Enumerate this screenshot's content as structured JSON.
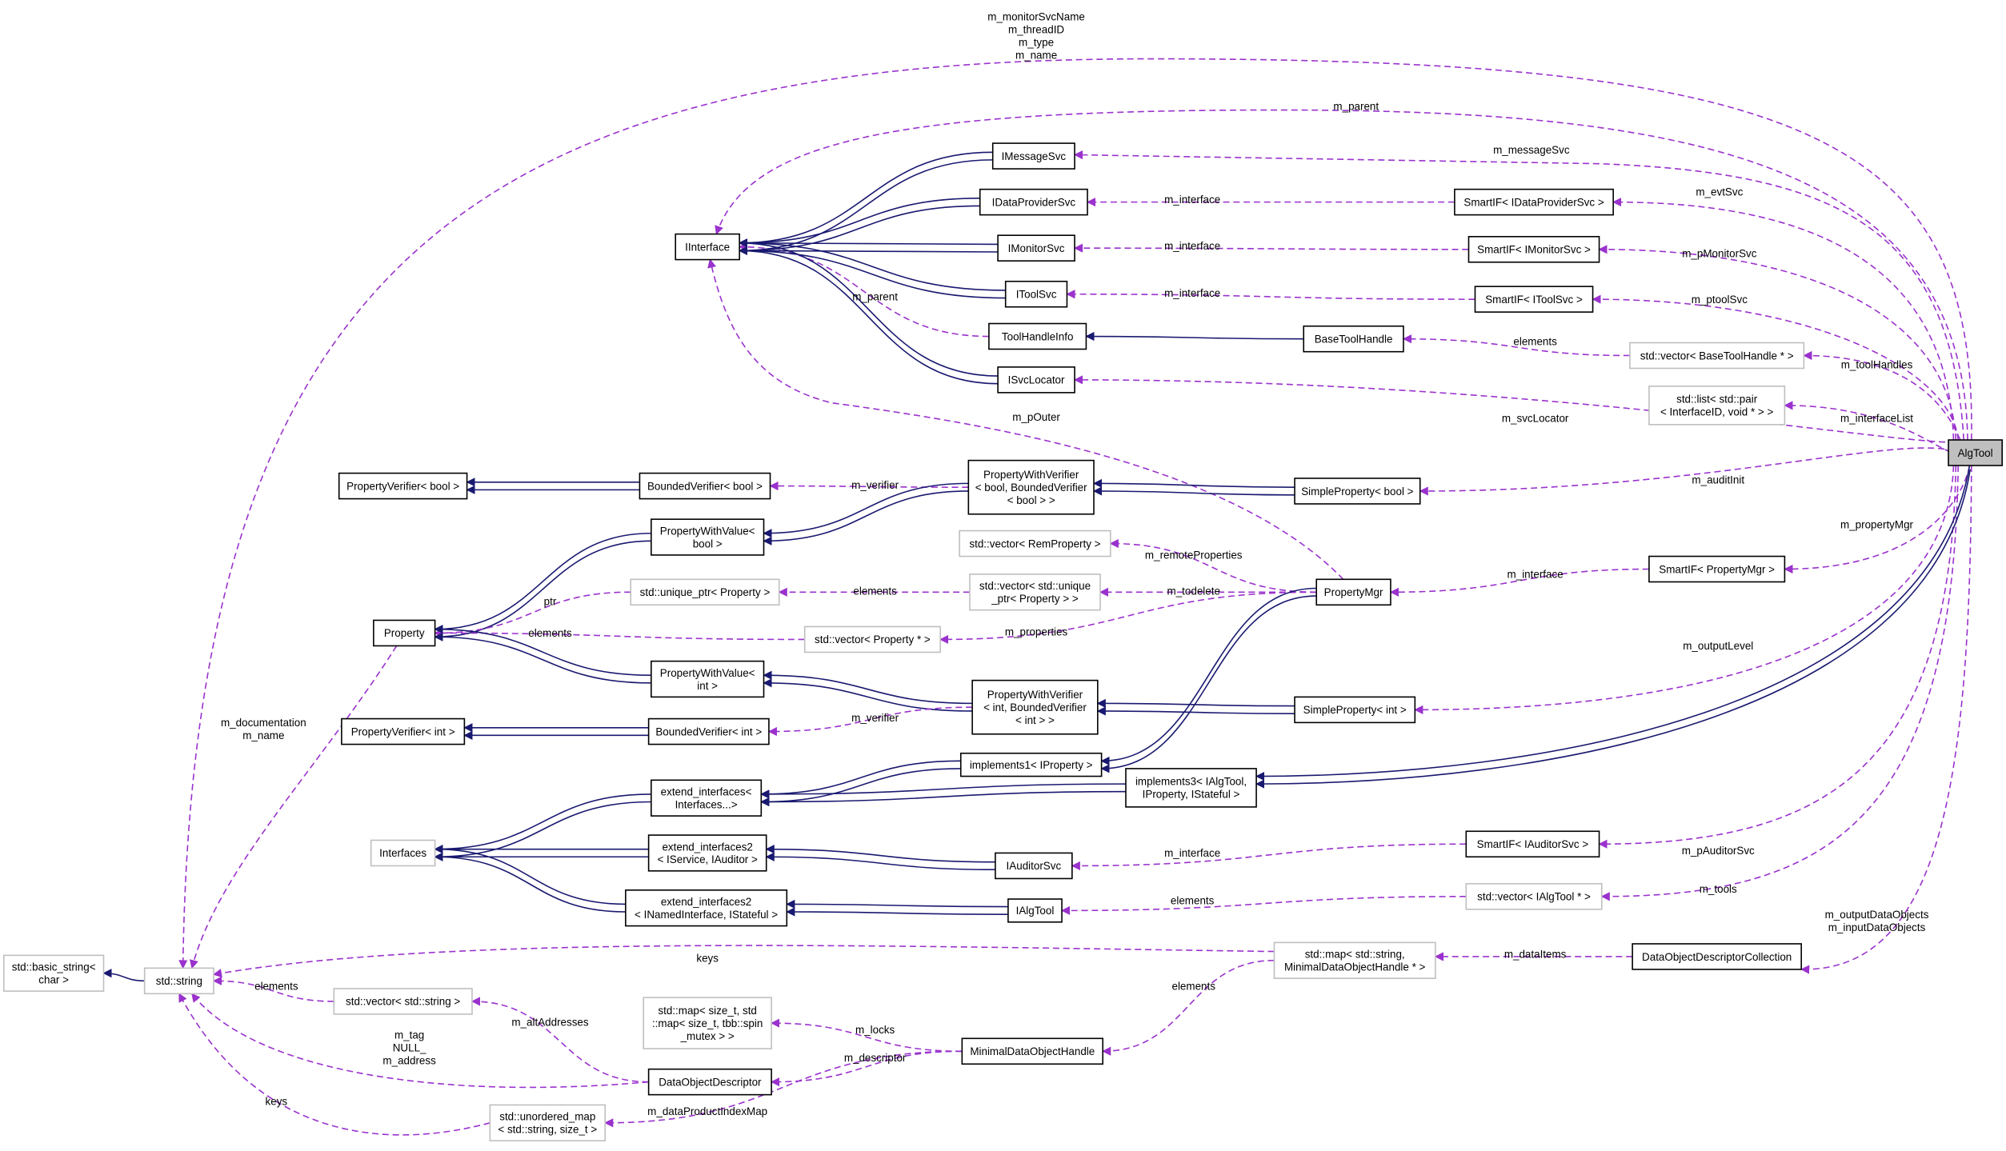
{
  "colors": {
    "inherit": "#191970",
    "usage": "#9a32cd",
    "node_border": "#000000",
    "external_border": "#bfbfbf",
    "focus_fill": "#bfbfbf"
  },
  "nodes": [
    {
      "id": "algtool",
      "label": [
        "AlgTool"
      ],
      "kind": "focus"
    },
    {
      "id": "iinterface",
      "label": [
        "IInterface"
      ],
      "kind": "class"
    },
    {
      "id": "imessagesvc",
      "label": [
        "IMessageSvc"
      ],
      "kind": "class"
    },
    {
      "id": "idataprovidersvc",
      "label": [
        "IDataProviderSvc"
      ],
      "kind": "class"
    },
    {
      "id": "imonitorsvc",
      "label": [
        "IMonitorSvc"
      ],
      "kind": "class"
    },
    {
      "id": "itoolsvc",
      "label": [
        "IToolSvc"
      ],
      "kind": "class"
    },
    {
      "id": "toolhandleinfo",
      "label": [
        "ToolHandleInfo"
      ],
      "kind": "class"
    },
    {
      "id": "isvclocator",
      "label": [
        "ISvcLocator"
      ],
      "kind": "class"
    },
    {
      "id": "basetoolhandle",
      "label": [
        "BaseToolHandle"
      ],
      "kind": "class"
    },
    {
      "id": "smartif_dps",
      "label": [
        "SmartIF< IDataProviderSvc >"
      ],
      "kind": "class"
    },
    {
      "id": "smartif_mon",
      "label": [
        "SmartIF< IMonitorSvc >"
      ],
      "kind": "class"
    },
    {
      "id": "smartif_tool",
      "label": [
        "SmartIF< IToolSvc >"
      ],
      "kind": "class"
    },
    {
      "id": "vec_bth",
      "label": [
        "std::vector< BaseToolHandle * >"
      ],
      "kind": "external"
    },
    {
      "id": "list_pair",
      "label": [
        "std::list< std::pair",
        "< InterfaceID, void * > >"
      ],
      "kind": "external"
    },
    {
      "id": "pverif_bool",
      "label": [
        "PropertyVerifier< bool >"
      ],
      "kind": "class"
    },
    {
      "id": "bverif_bool",
      "label": [
        "BoundedVerifier< bool >"
      ],
      "kind": "class"
    },
    {
      "id": "pwverif_bool",
      "label": [
        "PropertyWithVerifier",
        "< bool, BoundedVerifier",
        "< bool > >"
      ],
      "kind": "class"
    },
    {
      "id": "simple_bool",
      "label": [
        "SimpleProperty< bool >"
      ],
      "kind": "class"
    },
    {
      "id": "pwval_bool",
      "label": [
        "PropertyWithValue<",
        "bool >"
      ],
      "kind": "class"
    },
    {
      "id": "vec_remprop",
      "label": [
        "std::vector< RemProperty >"
      ],
      "kind": "external"
    },
    {
      "id": "uptr_prop",
      "label": [
        "std::unique_ptr< Property >"
      ],
      "kind": "external"
    },
    {
      "id": "vec_uptr",
      "label": [
        "std::vector< std::unique",
        "_ptr< Property > >"
      ],
      "kind": "external"
    },
    {
      "id": "propertymgr",
      "label": [
        "PropertyMgr"
      ],
      "kind": "class"
    },
    {
      "id": "smartif_pm",
      "label": [
        "SmartIF< PropertyMgr >"
      ],
      "kind": "class"
    },
    {
      "id": "property",
      "label": [
        "Property"
      ],
      "kind": "class"
    },
    {
      "id": "vec_prop",
      "label": [
        "std::vector< Property * >"
      ],
      "kind": "external"
    },
    {
      "id": "pwval_int",
      "label": [
        "PropertyWithValue<",
        "int >"
      ],
      "kind": "class"
    },
    {
      "id": "pwverif_int",
      "label": [
        "PropertyWithVerifier",
        "< int, BoundedVerifier",
        "< int > >"
      ],
      "kind": "class"
    },
    {
      "id": "simple_int",
      "label": [
        "SimpleProperty< int >"
      ],
      "kind": "class"
    },
    {
      "id": "pverif_int",
      "label": [
        "PropertyVerifier< int >"
      ],
      "kind": "class"
    },
    {
      "id": "bverif_int",
      "label": [
        "BoundedVerifier< int >"
      ],
      "kind": "class"
    },
    {
      "id": "impl1",
      "label": [
        "implements1< IProperty >"
      ],
      "kind": "class"
    },
    {
      "id": "impl3",
      "label": [
        "implements3< IAlgTool,",
        "IProperty, IStateful >"
      ],
      "kind": "class"
    },
    {
      "id": "extif",
      "label": [
        "extend_interfaces<",
        "Interfaces...>"
      ],
      "kind": "class"
    },
    {
      "id": "interfaces",
      "label": [
        "Interfaces"
      ],
      "kind": "external"
    },
    {
      "id": "extif2_svc",
      "label": [
        "extend_interfaces2",
        "< IService, IAuditor >"
      ],
      "kind": "class"
    },
    {
      "id": "iauditorsvc",
      "label": [
        "IAuditorSvc"
      ],
      "kind": "class"
    },
    {
      "id": "smartif_aud",
      "label": [
        "SmartIF< IAuditorSvc >"
      ],
      "kind": "class"
    },
    {
      "id": "extif2_named",
      "label": [
        "extend_interfaces2",
        "< INamedInterface, IStateful >"
      ],
      "kind": "class"
    },
    {
      "id": "ialgtool",
      "label": [
        "IAlgTool"
      ],
      "kind": "class"
    },
    {
      "id": "vec_ialgtool",
      "label": [
        "std::vector< IAlgTool * >"
      ],
      "kind": "external"
    },
    {
      "id": "dodc",
      "label": [
        "DataObjectDescriptorCollection"
      ],
      "kind": "class"
    },
    {
      "id": "map_mdoh",
      "label": [
        "std::map< std::string,",
        "MinimalDataObjectHandle * >"
      ],
      "kind": "external"
    },
    {
      "id": "basic_string",
      "label": [
        "std::basic_string<",
        "char >"
      ],
      "kind": "external"
    },
    {
      "id": "stdstring",
      "label": [
        "std::string"
      ],
      "kind": "external"
    },
    {
      "id": "vec_string",
      "label": [
        "std::vector< std::string >"
      ],
      "kind": "external"
    },
    {
      "id": "map_locks",
      "label": [
        "std::map< size_t, std",
        "::map< size_t, tbb::spin",
        "_mutex > >"
      ],
      "kind": "external"
    },
    {
      "id": "mdoh",
      "label": [
        "MinimalDataObjectHandle"
      ],
      "kind": "class"
    },
    {
      "id": "dod",
      "label": [
        "DataObjectDescriptor"
      ],
      "kind": "class"
    },
    {
      "id": "umap",
      "label": [
        "std::unordered_map",
        "< std::string, size_t >"
      ],
      "kind": "external"
    }
  ],
  "edges": [
    {
      "from": "algtool",
      "to": "stdstring",
      "type": "usage",
      "label": [
        "m_monitorSvcName",
        "m_threadID",
        "m_type",
        "m_name"
      ]
    },
    {
      "from": "algtool",
      "to": "iinterface",
      "type": "usage",
      "label": [
        "m_parent"
      ]
    },
    {
      "from": "algtool",
      "to": "imessagesvc",
      "type": "usage",
      "label": [
        "m_messageSvc"
      ]
    },
    {
      "from": "algtool",
      "to": "smartif_dps",
      "type": "usage",
      "label": [
        "m_evtSvc"
      ]
    },
    {
      "from": "algtool",
      "to": "smartif_mon",
      "type": "usage",
      "label": [
        "m_pMonitorSvc"
      ]
    },
    {
      "from": "algtool",
      "to": "smartif_tool",
      "type": "usage",
      "label": [
        "m_ptoolSvc"
      ]
    },
    {
      "from": "algtool",
      "to": "vec_bth",
      "type": "usage",
      "label": [
        "m_toolHandles"
      ]
    },
    {
      "from": "algtool",
      "to": "list_pair",
      "type": "usage",
      "label": [
        "m_interfaceList"
      ]
    },
    {
      "from": "algtool",
      "to": "isvclocator",
      "type": "usage",
      "label": [
        "m_svcLocator"
      ]
    },
    {
      "from": "algtool",
      "to": "simple_bool",
      "type": "usage",
      "label": [
        "m_auditInit"
      ]
    },
    {
      "from": "algtool",
      "to": "smartif_pm",
      "type": "usage",
      "label": [
        "m_propertyMgr"
      ]
    },
    {
      "from": "algtool",
      "to": "simple_int",
      "type": "usage",
      "label": [
        "m_outputLevel"
      ]
    },
    {
      "from": "algtool",
      "to": "smartif_aud",
      "type": "usage",
      "label": [
        "m_pAuditorSvc"
      ]
    },
    {
      "from": "algtool",
      "to": "vec_ialgtool",
      "type": "usage",
      "label": [
        "m_tools"
      ]
    },
    {
      "from": "algtool",
      "to": "dodc",
      "type": "usage",
      "label": [
        "m_outputDataObjects",
        "m_inputDataObjects"
      ]
    },
    {
      "from": "algtool",
      "to": "impl3",
      "type": "inherit",
      "label": []
    },
    {
      "from": "smartif_dps",
      "to": "idataprovidersvc",
      "type": "usage",
      "label": [
        "m_interface"
      ]
    },
    {
      "from": "smartif_mon",
      "to": "imonitorsvc",
      "type": "usage",
      "label": [
        "m_interface"
      ]
    },
    {
      "from": "smartif_tool",
      "to": "itoolsvc",
      "type": "usage",
      "label": [
        "m_interface"
      ]
    },
    {
      "from": "toolhandleinfo",
      "to": "iinterface",
      "type": "usage",
      "label": [
        "m_parent"
      ]
    },
    {
      "from": "vec_bth",
      "to": "basetoolhandle",
      "type": "usage",
      "label": [
        "elements"
      ]
    },
    {
      "from": "basetoolhandle",
      "to": "toolhandleinfo",
      "type": "inherit",
      "label": []
    },
    {
      "from": "imessagesvc",
      "to": "iinterface",
      "type": "inherit",
      "label": []
    },
    {
      "from": "idataprovidersvc",
      "to": "iinterface",
      "type": "inherit",
      "label": []
    },
    {
      "from": "imonitorsvc",
      "to": "iinterface",
      "type": "inherit",
      "label": []
    },
    {
      "from": "itoolsvc",
      "to": "iinterface",
      "type": "inherit",
      "label": []
    },
    {
      "from": "isvclocator",
      "to": "iinterface",
      "type": "inherit",
      "label": []
    },
    {
      "from": "propertymgr",
      "to": "iinterface",
      "type": "usage",
      "label": [
        "m_pOuter"
      ]
    },
    {
      "from": "pwverif_bool",
      "to": "bverif_bool",
      "type": "usage",
      "label": [
        "m_verifier"
      ]
    },
    {
      "from": "bverif_bool",
      "to": "pverif_bool",
      "type": "inherit",
      "label": []
    },
    {
      "from": "simple_bool",
      "to": "pwverif_bool",
      "type": "inherit",
      "label": []
    },
    {
      "from": "pwverif_bool",
      "to": "pwval_bool",
      "type": "inherit",
      "label": []
    },
    {
      "from": "pwval_bool",
      "to": "property",
      "type": "inherit",
      "label": []
    },
    {
      "from": "propertymgr",
      "to": "vec_remprop",
      "type": "usage",
      "label": [
        "m_remoteProperties"
      ]
    },
    {
      "from": "propertymgr",
      "to": "vec_uptr",
      "type": "usage",
      "label": [
        "m_todelete"
      ]
    },
    {
      "from": "vec_uptr",
      "to": "uptr_prop",
      "type": "usage",
      "label": [
        "elements"
      ]
    },
    {
      "from": "uptr_prop",
      "to": "property",
      "type": "usage",
      "label": [
        "ptr"
      ]
    },
    {
      "from": "vec_prop",
      "to": "property",
      "type": "usage",
      "label": [
        "elements"
      ]
    },
    {
      "from": "propertymgr",
      "to": "vec_prop",
      "type": "usage",
      "label": [
        "m_properties"
      ]
    },
    {
      "from": "smartif_pm",
      "to": "propertymgr",
      "type": "usage",
      "label": [
        "m_interface"
      ]
    },
    {
      "from": "pwval_int",
      "to": "property",
      "type": "inherit",
      "label": []
    },
    {
      "from": "pwverif_int",
      "to": "pwval_int",
      "type": "inherit",
      "label": []
    },
    {
      "from": "simple_int",
      "to": "pwverif_int",
      "type": "inherit",
      "label": []
    },
    {
      "from": "pwverif_int",
      "to": "bverif_int",
      "type": "usage",
      "label": [
        "m_verifier"
      ]
    },
    {
      "from": "bverif_int",
      "to": "pverif_int",
      "type": "inherit",
      "label": []
    },
    {
      "from": "propertymgr",
      "to": "impl1",
      "type": "inherit",
      "label": []
    },
    {
      "from": "impl1",
      "to": "extif",
      "type": "inherit",
      "label": []
    },
    {
      "from": "impl3",
      "to": "extif",
      "type": "inherit",
      "label": []
    },
    {
      "from": "extif",
      "to": "interfaces",
      "type": "inherit",
      "label": []
    },
    {
      "from": "extif2_svc",
      "to": "interfaces",
      "type": "inherit",
      "label": []
    },
    {
      "from": "extif2_named",
      "to": "interfaces",
      "type": "inherit",
      "label": []
    },
    {
      "from": "iauditorsvc",
      "to": "extif2_svc",
      "type": "inherit",
      "label": []
    },
    {
      "from": "ialgtool",
      "to": "extif2_named",
      "type": "inherit",
      "label": []
    },
    {
      "from": "smartif_aud",
      "to": "iauditorsvc",
      "type": "usage",
      "label": [
        "m_interface"
      ]
    },
    {
      "from": "vec_ialgtool",
      "to": "ialgtool",
      "type": "usage",
      "label": [
        "elements"
      ]
    },
    {
      "from": "property",
      "to": "stdstring",
      "type": "usage",
      "label": [
        "m_documentation",
        "m_name"
      ]
    },
    {
      "from": "stdstring",
      "to": "basic_string",
      "type": "inherit",
      "label": []
    },
    {
      "from": "map_mdoh",
      "to": "stdstring",
      "type": "usage",
      "label": [
        "keys"
      ]
    },
    {
      "from": "dodc",
      "to": "map_mdoh",
      "type": "usage",
      "label": [
        "m_dataItems"
      ]
    },
    {
      "from": "map_mdoh",
      "to": "mdoh",
      "type": "usage",
      "label": [
        "elements"
      ]
    },
    {
      "from": "vec_string",
      "to": "stdstring",
      "type": "usage",
      "label": [
        "elements"
      ]
    },
    {
      "from": "dod",
      "to": "vec_string",
      "type": "usage",
      "label": [
        "m_altAddresses"
      ]
    },
    {
      "from": "dod",
      "to": "stdstring",
      "type": "usage",
      "label": [
        "m_tag",
        "NULL_",
        "m_address"
      ]
    },
    {
      "from": "mdoh",
      "to": "map_locks",
      "type": "usage",
      "label": [
        "m_locks"
      ]
    },
    {
      "from": "mdoh",
      "to": "dod",
      "type": "usage",
      "label": [
        "m_descriptor"
      ]
    },
    {
      "from": "mdoh",
      "to": "umap",
      "type": "usage",
      "label": [
        "m_dataProductIndexMap"
      ]
    },
    {
      "from": "umap",
      "to": "stdstring",
      "type": "usage",
      "label": [
        "keys"
      ]
    }
  ]
}
